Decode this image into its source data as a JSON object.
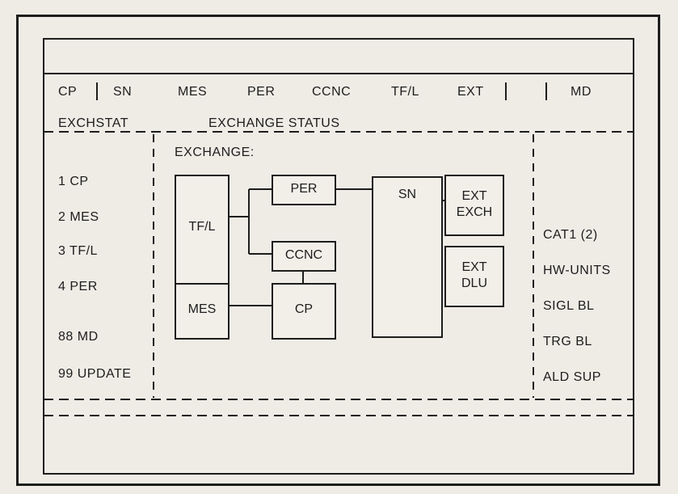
{
  "menu": {
    "items": [
      "CP",
      "SN",
      "MES",
      "PER",
      "CCNC",
      "TF/L",
      "EXT",
      "MD"
    ]
  },
  "status_line": {
    "left": "EXCHSTAT",
    "center": "EXCHANGE STATUS"
  },
  "left_menu": {
    "items": [
      "1 CP",
      "2 MES",
      "3 TF/L",
      "4 PER",
      "88 MD",
      "99 UPDATE"
    ]
  },
  "exchange": {
    "title": "EXCHANGE:",
    "blocks": {
      "tfl": "TF/L",
      "per": "PER",
      "ccnc": "CCNC",
      "sn": "SN",
      "mes": "MES",
      "cp": "CP",
      "ext_exch_1": "EXT",
      "ext_exch_2": "EXCH",
      "ext_dlu_1": "EXT",
      "ext_dlu_2": "DLU"
    }
  },
  "alarms": {
    "items": [
      "CAT1 (2)",
      "HW-UNITS",
      "SIGL BL",
      "TRG BL",
      "ALD SUP"
    ]
  }
}
